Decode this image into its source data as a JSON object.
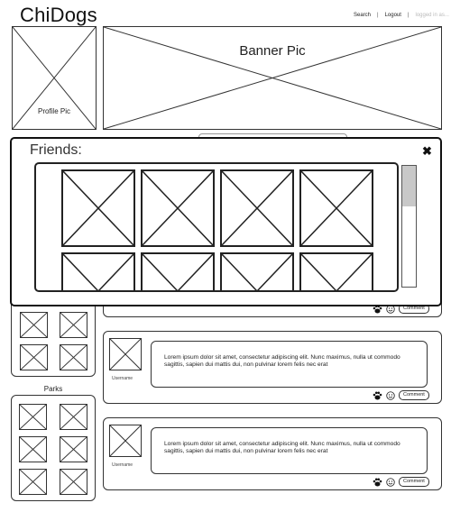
{
  "header": {
    "brand": "ChiDogs",
    "nav": {
      "search": "Search",
      "logout": "Logout",
      "logged_in": "logged in as..."
    }
  },
  "profile": {
    "pic_label": "Profile Pic",
    "banner_label": "Banner Pic"
  },
  "sidebar": {
    "parks_title": "Parks"
  },
  "posts": [
    {
      "username": "Username",
      "text": "Lorem ipsum dolor sit amet, consectetur adipiscing elit. Nunc maximus, nulla ut commodo sagittis, sapien dui mattis dui, non pulvinar lorem felis nec erat",
      "comment_label": "Comment"
    },
    {
      "username": "Username",
      "text": "Lorem ipsum dolor sit amet, consectetur adipiscing elit. Nunc maximus, nulla ut commodo sagittis, sapien dui mattis dui, non pulvinar lorem felis nec erat",
      "comment_label": "Comment"
    }
  ],
  "partial_post": {
    "comment_label": "Comment"
  },
  "friends_modal": {
    "title": "Friends:",
    "close_icon": "close-icon",
    "scroll_position": 0.0
  },
  "icons": {
    "paw": "paw-icon",
    "smiley": "smiley-icon"
  }
}
